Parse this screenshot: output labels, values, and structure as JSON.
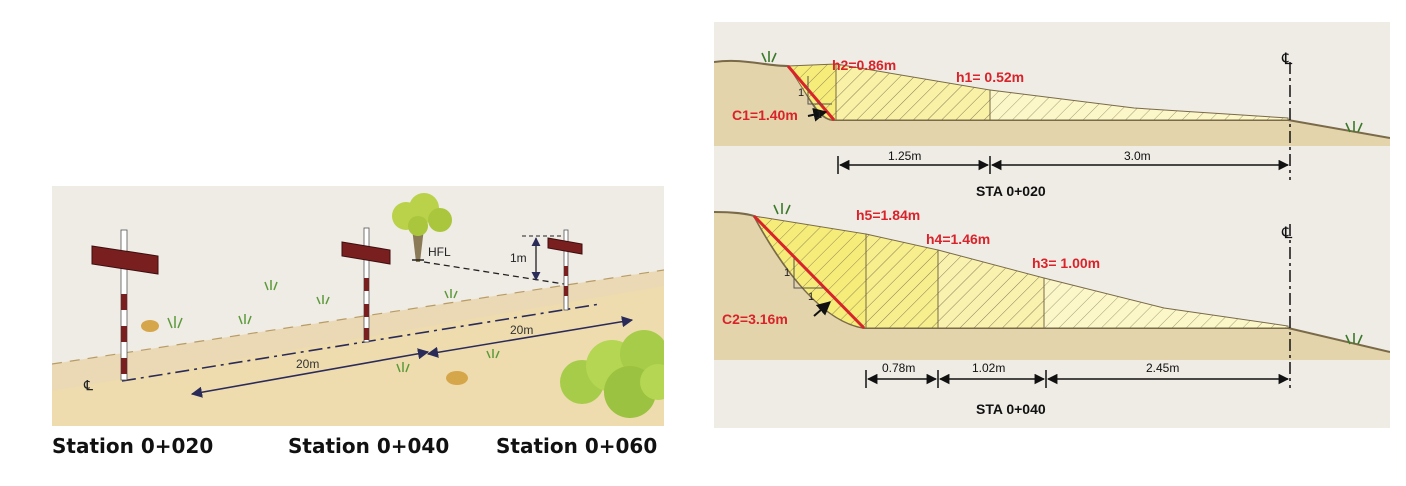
{
  "field_scene": {
    "labels": {
      "hfl": "HFL",
      "rise": "1m",
      "dist_first": "20m",
      "dist_second": "20m",
      "centerline": "℄"
    },
    "stations": [
      "Station 0+020",
      "Station 0+040",
      "Station 0+060"
    ]
  },
  "sections": {
    "sta020": {
      "title": "STA 0+020",
      "centerline": "℄",
      "h2": "h2=0.86m",
      "h1": "h1= 0.52m",
      "cut": "C1=1.40m",
      "slope_v": "1",
      "slope_h": "1",
      "dims": [
        "1.25m",
        "3.0m"
      ]
    },
    "sta040": {
      "title": "STA 0+040",
      "centerline": "℄",
      "h5": "h5=1.84m",
      "h4": "h4=1.46m",
      "h3": "h3= 1.00m",
      "cut": "C2=3.16m",
      "slope_v": "1",
      "slope_h": "1",
      "dims": [
        "0.78m",
        "1.02m",
        "2.45m"
      ]
    }
  },
  "colors": {
    "panel_bg": "#efebe5",
    "ground": "#e8d9b7",
    "road": "#eedcae",
    "post_red": "#7a1f1f",
    "fill_yellow": "#f6ec7a",
    "fill_light": "#fbf7c2",
    "annot_red": "#d9232a"
  }
}
